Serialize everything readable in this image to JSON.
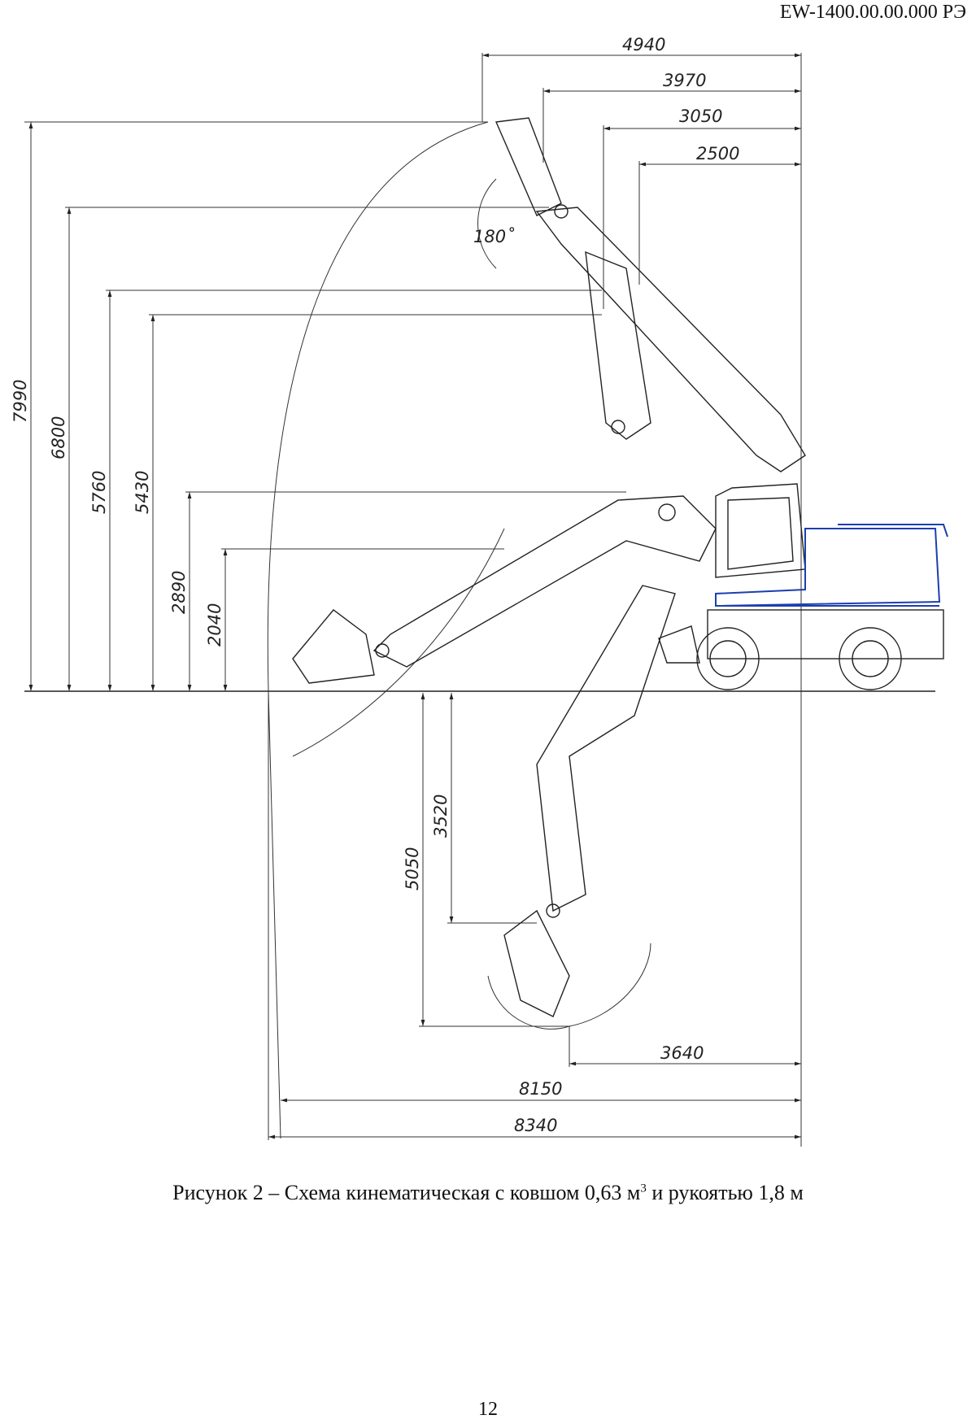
{
  "header": {
    "doc_code": "EW-1400.00.00.000 РЭ"
  },
  "drawing": {
    "top_dims": [
      "4940",
      "3970",
      "3050",
      "2500"
    ],
    "left_dims": [
      "7990",
      "6800",
      "5760",
      "5430",
      "2890",
      "2040"
    ],
    "below_dims": [
      "5050",
      "3520"
    ],
    "bottom_dims": [
      "3640",
      "8150",
      "8340"
    ],
    "angle_label": "180˚"
  },
  "caption": {
    "prefix": "Рисунок 2 – Схема кинематическая с ковшом 0,63 м",
    "superscript": "3",
    "suffix": " и рукоятью 1,8 м"
  },
  "footer": {
    "page_number": "12"
  }
}
